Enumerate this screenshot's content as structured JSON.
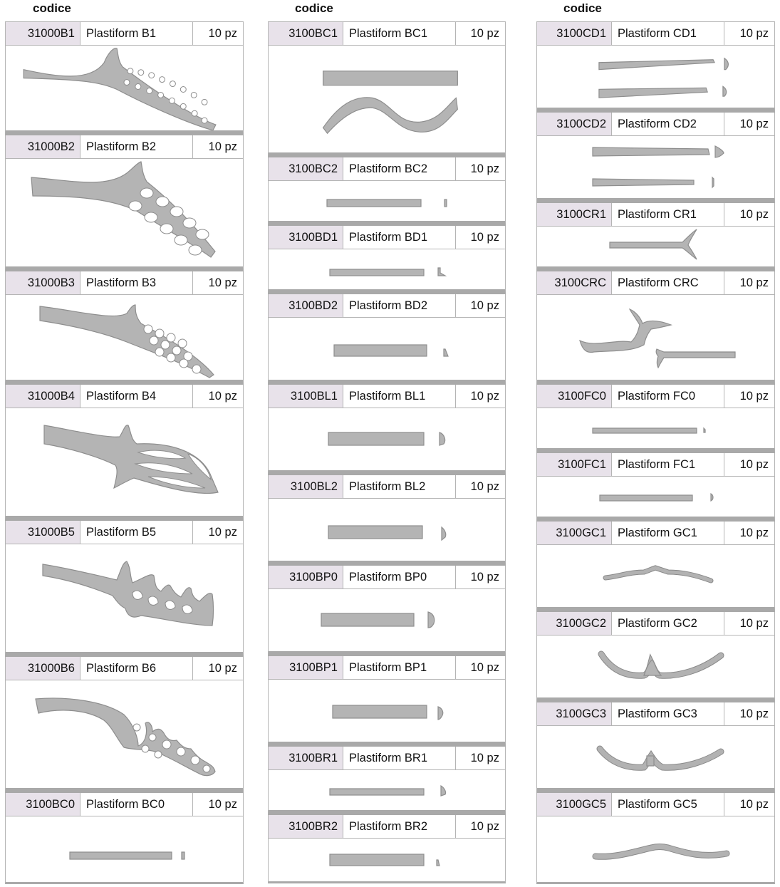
{
  "columns": [
    {
      "heading": "codice",
      "items": [
        {
          "code": "31000B1",
          "name": "Plastiform B1",
          "qty": "10 pz",
          "icon": "plastiform-b1-icon"
        },
        {
          "code": "31000B2",
          "name": "Plastiform B2",
          "qty": "10 pz",
          "icon": "plastiform-b2-icon"
        },
        {
          "code": "31000B3",
          "name": "Plastiform B3",
          "qty": "10 pz",
          "icon": "plastiform-b3-icon"
        },
        {
          "code": "31000B4",
          "name": "Plastiform B4",
          "qty": "10 pz",
          "icon": "plastiform-b4-icon"
        },
        {
          "code": "31000B5",
          "name": "Plastiform B5",
          "qty": "10 pz",
          "icon": "plastiform-b5-icon"
        },
        {
          "code": "31000B6",
          "name": "Plastiform B6",
          "qty": "10 pz",
          "icon": "plastiform-b6-icon"
        },
        {
          "code": "3100BC0",
          "name": "Plastiform BC0",
          "qty": "10 pz",
          "icon": "plastiform-bc0-icon"
        }
      ]
    },
    {
      "heading": "codice",
      "items": [
        {
          "code": "3100BC1",
          "name": "Plastiform BC1",
          "qty": "10 pz",
          "icon": "plastiform-bc1-icon"
        },
        {
          "code": "3100BC2",
          "name": "Plastiform BC2",
          "qty": "10 pz",
          "icon": "plastiform-bc2-icon"
        },
        {
          "code": "3100BD1",
          "name": "Plastiform BD1",
          "qty": "10 pz",
          "icon": "plastiform-bd1-icon"
        },
        {
          "code": "3100BD2",
          "name": "Plastiform BD2",
          "qty": "10 pz",
          "icon": "plastiform-bd2-icon"
        },
        {
          "code": "3100BL1",
          "name": "Plastiform BL1",
          "qty": "10 pz",
          "icon": "plastiform-bl1-icon"
        },
        {
          "code": "3100BL2",
          "name": "Plastiform BL2",
          "qty": "10 pz",
          "icon": "plastiform-bl2-icon"
        },
        {
          "code": "3100BP0",
          "name": "Plastiform BP0",
          "qty": "10 pz",
          "icon": "plastiform-bp0-icon"
        },
        {
          "code": "3100BP1",
          "name": "Plastiform BP1",
          "qty": "10 pz",
          "icon": "plastiform-bp1-icon"
        },
        {
          "code": "3100BR1",
          "name": "Plastiform BR1",
          "qty": "10 pz",
          "icon": "plastiform-br1-icon"
        },
        {
          "code": "3100BR2",
          "name": "Plastiform BR2",
          "qty": "10 pz",
          "icon": "plastiform-br2-icon"
        }
      ]
    },
    {
      "heading": "codice",
      "items": [
        {
          "code": "3100CD1",
          "name": "Plastiform CD1",
          "qty": "10 pz",
          "icon": "plastiform-cd1-icon"
        },
        {
          "code": "3100CD2",
          "name": "Plastiform CD2",
          "qty": "10 pz",
          "icon": "plastiform-cd2-icon"
        },
        {
          "code": "3100CR1",
          "name": "Plastiform CR1",
          "qty": "10 pz",
          "icon": "plastiform-cr1-icon"
        },
        {
          "code": "3100CRC",
          "name": "Plastiform CRC",
          "qty": "10 pz",
          "icon": "plastiform-crc-icon"
        },
        {
          "code": "3100FC0",
          "name": "Plastiform FC0",
          "qty": "10 pz",
          "icon": "plastiform-fc0-icon"
        },
        {
          "code": "3100FC1",
          "name": "Plastiform FC1",
          "qty": "10 pz",
          "icon": "plastiform-fc1-icon"
        },
        {
          "code": "3100GC1",
          "name": "Plastiform GC1",
          "qty": "10 pz",
          "icon": "plastiform-gc1-icon"
        },
        {
          "code": "3100GC2",
          "name": "Plastiform GC2",
          "qty": "10 pz",
          "icon": "plastiform-gc2-icon"
        },
        {
          "code": "3100GC3",
          "name": "Plastiform GC3",
          "qty": "10 pz",
          "icon": "plastiform-gc3-icon"
        },
        {
          "code": "3100GC5",
          "name": "Plastiform GC5",
          "qty": "10 pz",
          "icon": "plastiform-gc5-icon"
        }
      ]
    }
  ],
  "colors": {
    "shape_fill": "#b4b4b4",
    "shape_edge": "#8e8e8e",
    "separator": "#a9a9a9",
    "code_cell": "#e8e2ea"
  }
}
